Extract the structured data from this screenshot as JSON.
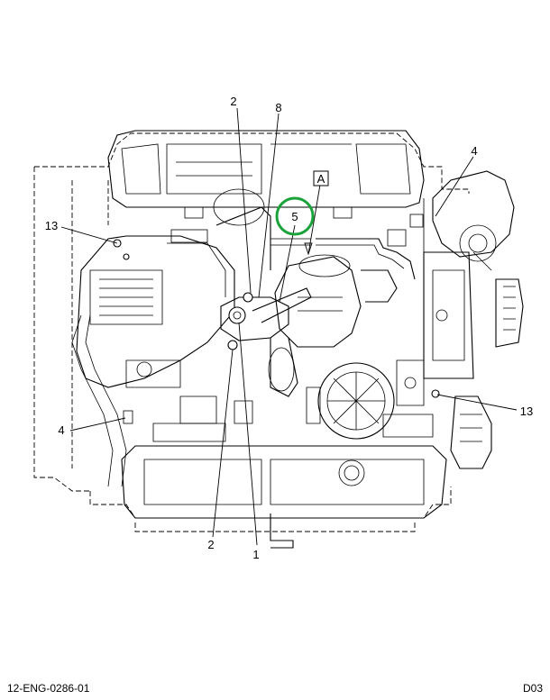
{
  "callouts": {
    "c2_top": "2",
    "c8": "8",
    "c4_right": "4",
    "c13_left": "13",
    "c_A": "A",
    "c5": "5",
    "c4_left": "4",
    "c13_right": "13",
    "c2_bottom": "2",
    "c1": "1"
  },
  "footer": {
    "left": "12-ENG-0286-01",
    "right": "D03"
  },
  "colors": {
    "highlight_circle": "#1aa33a",
    "line": "#000000"
  }
}
